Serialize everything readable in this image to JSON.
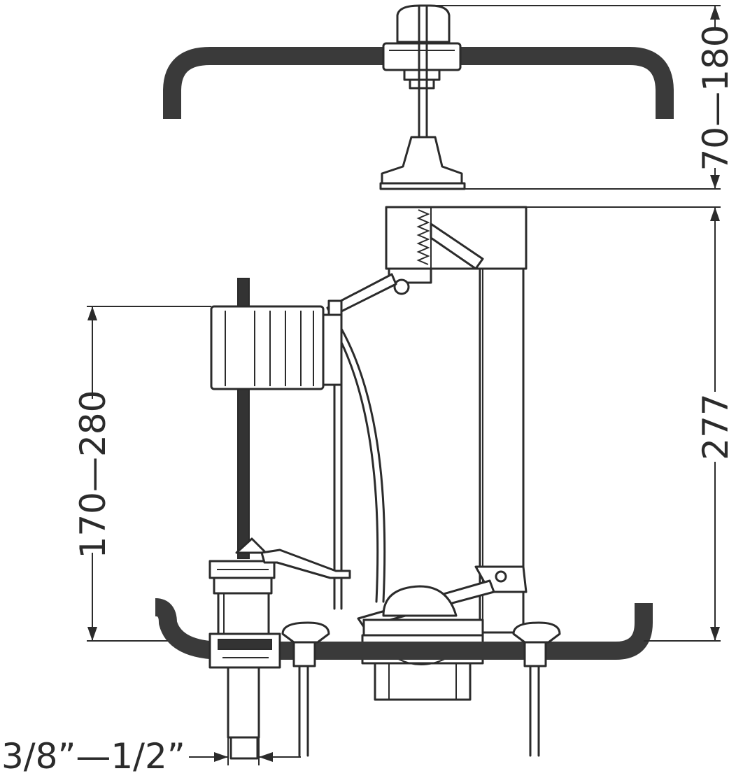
{
  "dimensions": {
    "top_range": "70—180",
    "total_height": "277",
    "float_range": "170—280",
    "thread_size": "3/8”—1/2”"
  },
  "colors": {
    "line": "#2b2b2b",
    "fill_dark": "#333333",
    "background": "#ffffff"
  }
}
